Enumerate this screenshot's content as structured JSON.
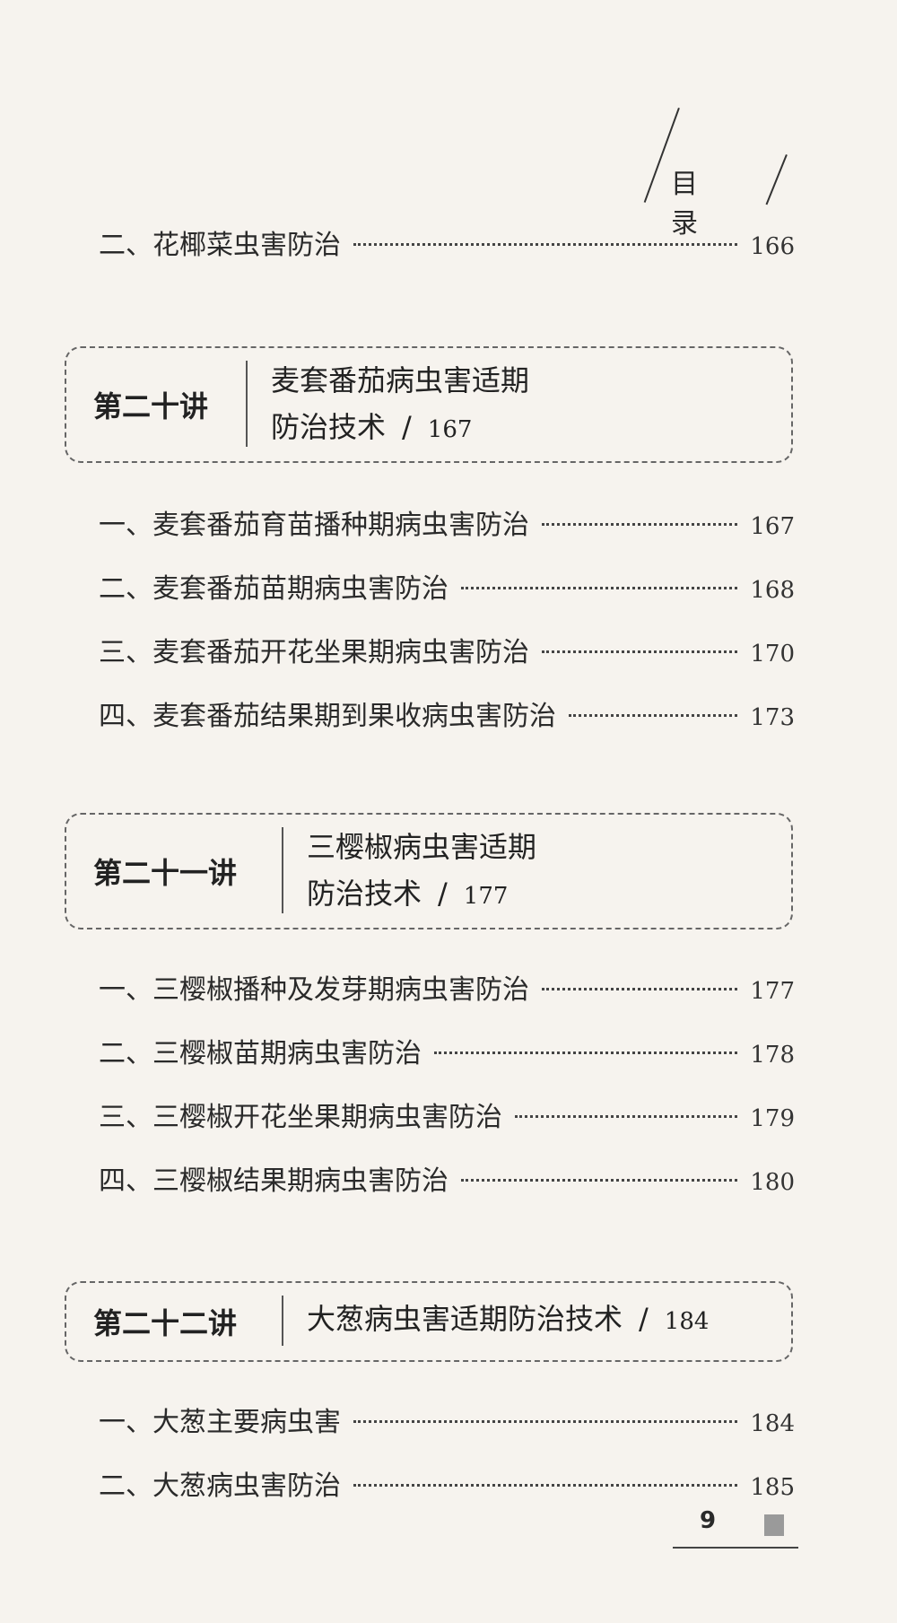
{
  "header": {
    "section_title": "目 录"
  },
  "entries_top": [
    {
      "label": "二、花椰菜虫害防治",
      "page": "166"
    }
  ],
  "chapters": [
    {
      "number": "第二十讲",
      "title_line1": "麦套番茄病虫害适期",
      "title_line2": "防治技术",
      "separator": "/",
      "page": "167",
      "entries": [
        {
          "label": "一、麦套番茄育苗播种期病虫害防治",
          "page": "167"
        },
        {
          "label": "二、麦套番茄苗期病虫害防治",
          "page": "168"
        },
        {
          "label": "三、麦套番茄开花坐果期病虫害防治",
          "page": "170"
        },
        {
          "label": "四、麦套番茄结果期到果收病虫害防治",
          "page": "173"
        }
      ]
    },
    {
      "number": "第二十一讲",
      "title_line1": "三樱椒病虫害适期",
      "title_line2": "防治技术",
      "separator": "/",
      "page": "177",
      "entries": [
        {
          "label": "一、三樱椒播种及发芽期病虫害防治",
          "page": "177"
        },
        {
          "label": "二、三樱椒苗期病虫害防治",
          "page": "178"
        },
        {
          "label": "三、三樱椒开花坐果期病虫害防治",
          "page": "179"
        },
        {
          "label": "四、三樱椒结果期病虫害防治",
          "page": "180"
        }
      ]
    },
    {
      "number": "第二十二讲",
      "title_line1": "大葱病虫害适期防治技术",
      "separator": "/",
      "page": "184",
      "entries": [
        {
          "label": "一、大葱主要病虫害",
          "page": "184"
        },
        {
          "label": "二、大葱病虫害防治",
          "page": "185"
        }
      ]
    }
  ],
  "footer": {
    "page_number": "9"
  }
}
